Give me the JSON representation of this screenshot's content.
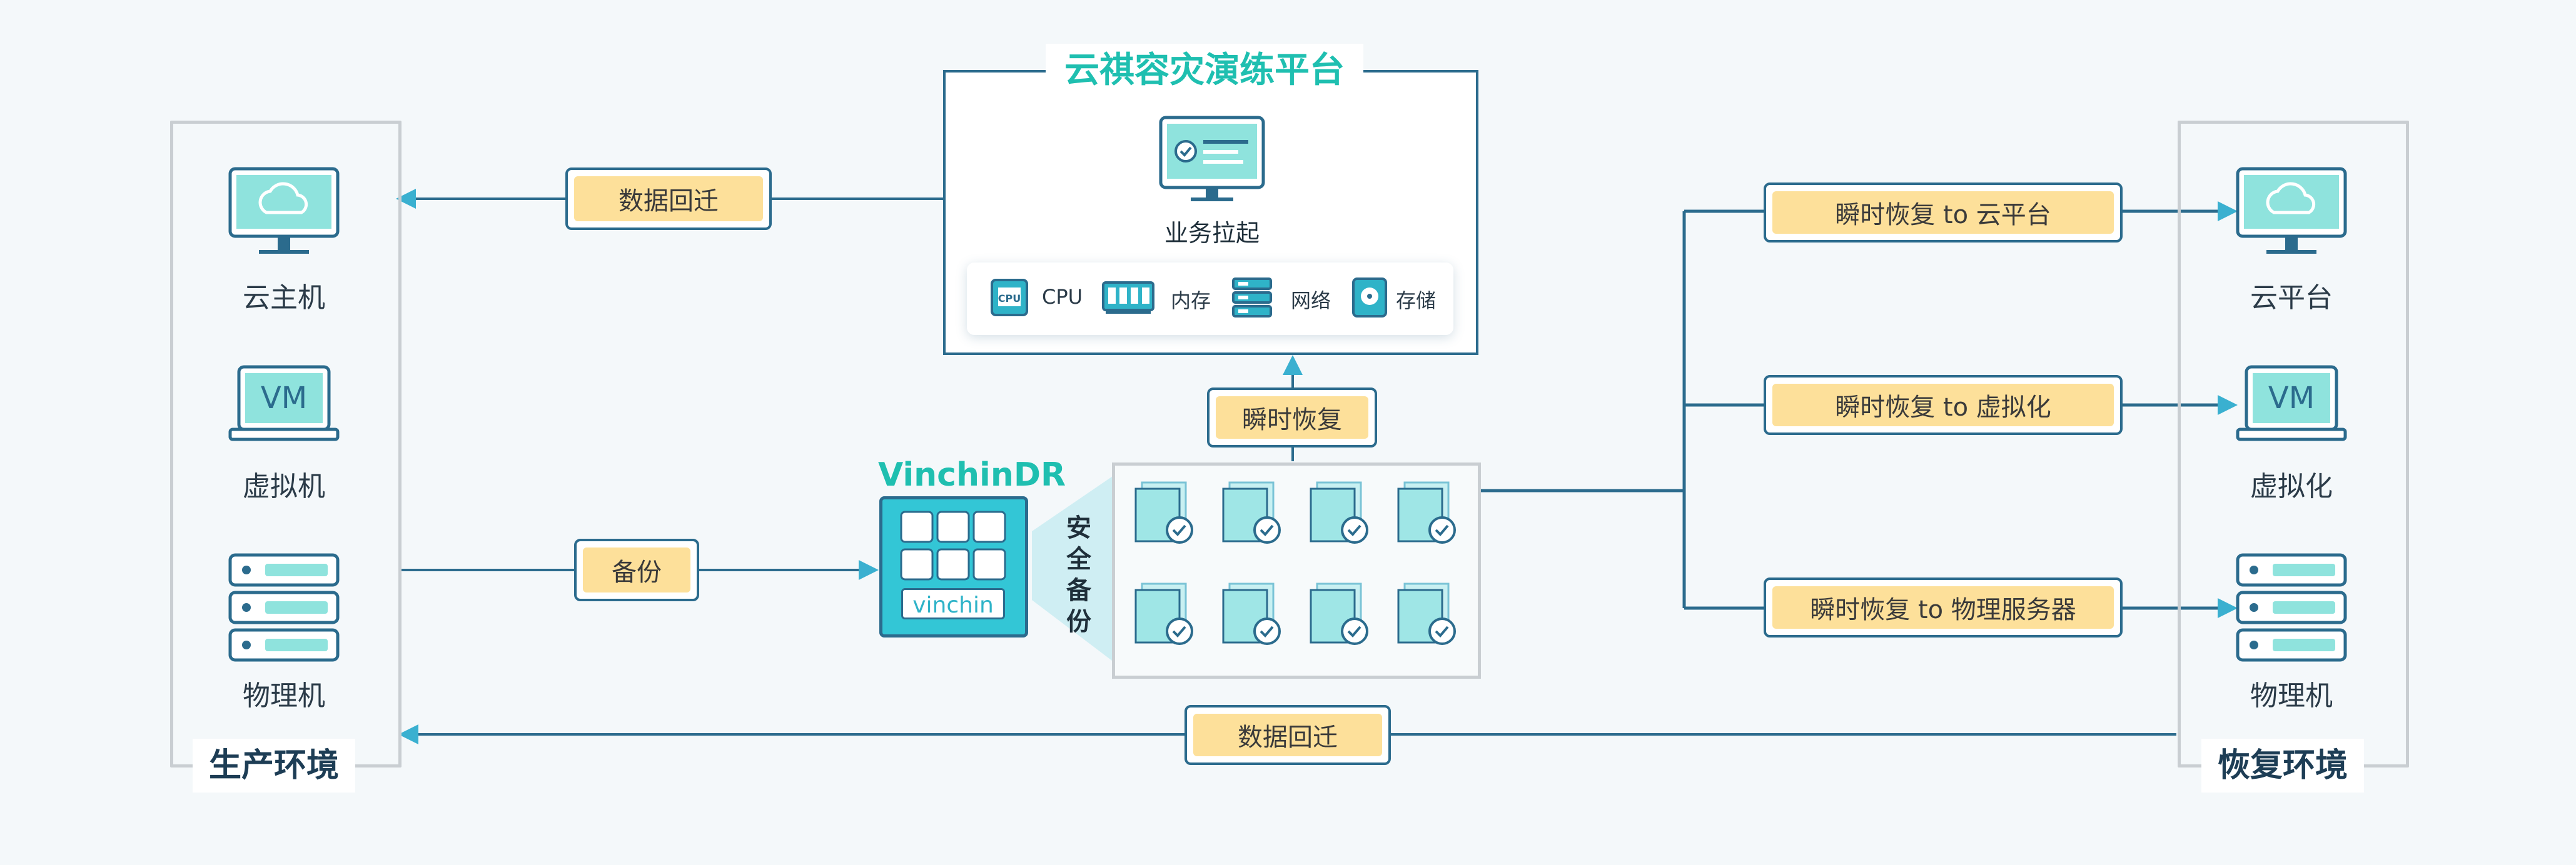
{
  "platform": {
    "title": "云祺容灾演练平台",
    "business_start": "业务拉起",
    "resources": [
      {
        "icon": "cpu-icon",
        "label": "CPU"
      },
      {
        "icon": "memory-icon",
        "label": "内存"
      },
      {
        "icon": "network-icon",
        "label": "网络"
      },
      {
        "icon": "storage-icon",
        "label": "存储"
      }
    ]
  },
  "production": {
    "title": "生产环境",
    "devices": [
      {
        "icon": "cloud-monitor-icon",
        "label": "云主机"
      },
      {
        "icon": "vm-laptop-icon",
        "label": "虚拟机",
        "screen_text": "VM"
      },
      {
        "icon": "server-rack-icon",
        "label": "物理机"
      }
    ]
  },
  "recovery": {
    "title": "恢复环境",
    "devices": [
      {
        "icon": "cloud-monitor-icon",
        "label": "云平台"
      },
      {
        "icon": "vm-laptop-icon",
        "label": "虚拟化",
        "screen_text": "VM"
      },
      {
        "icon": "server-rack-icon",
        "label": "物理机"
      }
    ]
  },
  "vinchin": {
    "title": "VinchinDR",
    "logo_text": "vinchin",
    "secure_backup": "安全备份"
  },
  "tags": {
    "migrate_top": "数据回迁",
    "backup": "备份",
    "instant_restore": "瞬时恢复",
    "instant_cloud": "瞬时恢复 to 云平台",
    "instant_virtual": "瞬时恢复 to 虚拟化",
    "instant_physical": "瞬时恢复 to 物理服务器",
    "migrate_bottom": "数据回迁"
  },
  "colors": {
    "teal": "#1fbfb0",
    "cyan": "#3ab0d0",
    "navy_line": "#2b6b8d",
    "tag_fill": "#fde09a",
    "box_border": "#c9ced2"
  }
}
